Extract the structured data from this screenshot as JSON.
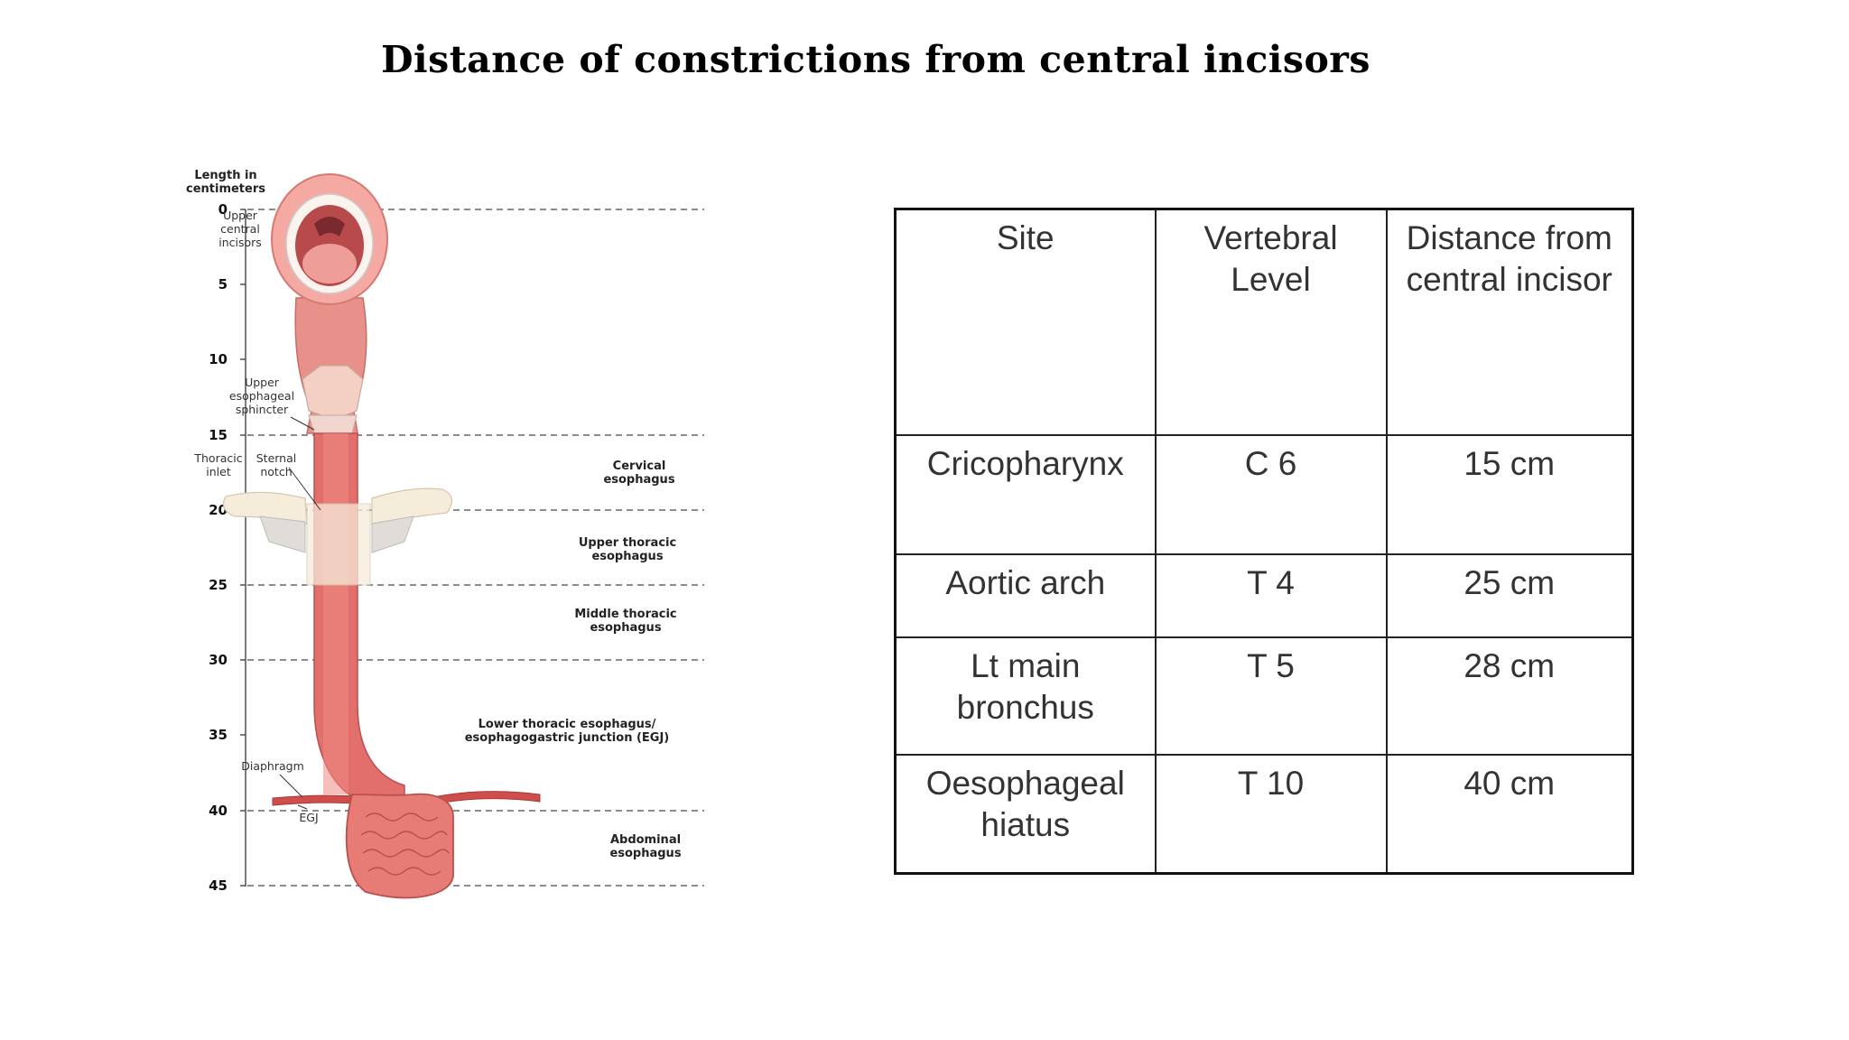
{
  "title": "Distance of constrictions from central incisors",
  "diagram": {
    "axis_title_line1": "Length in",
    "axis_title_line2": "centimeters",
    "ticks": [
      "0",
      "5",
      "10",
      "15",
      "20",
      "25",
      "30",
      "35",
      "40",
      "45"
    ],
    "anatomy_labels": {
      "upper_central_incisors": [
        "Upper",
        "central",
        "incisors"
      ],
      "upper_esophageal_sphincter": [
        "Upper",
        "esophageal",
        "sphincter"
      ],
      "thoracic_inlet": [
        "Thoracic",
        "inlet"
      ],
      "sternal_notch": [
        "Sternal",
        "notch"
      ],
      "diaphragm": "Diaphragm",
      "egj": "EGJ"
    },
    "segment_labels": {
      "cervical": [
        "Cervical",
        "esophagus"
      ],
      "upper_thoracic": [
        "Upper thoracic",
        "esophagus"
      ],
      "middle_thoracic": [
        "Middle thoracic",
        "esophagus"
      ],
      "lower_thoracic": [
        "Lower thoracic esophagus/",
        "esophagogastric junction (EGJ)"
      ],
      "abdominal": [
        "Abdominal",
        "esophagus"
      ]
    }
  },
  "table": {
    "headers": {
      "site": "Site",
      "vertebral_line1": "Vertebral",
      "vertebral_line2": "Level",
      "distance_line1": "Distance from",
      "distance_line2": "central incisor"
    },
    "rows": [
      {
        "site_line1": "Cricopharynx",
        "site_line2": "",
        "level": "C 6",
        "distance": "15 cm"
      },
      {
        "site_line1": "Aortic arch",
        "site_line2": "",
        "level": "T 4",
        "distance": "25 cm"
      },
      {
        "site_line1": "Lt main",
        "site_line2": "bronchus",
        "level": "T 5",
        "distance": "28 cm"
      },
      {
        "site_line1": "Oesophageal",
        "site_line2": "hiatus",
        "level": "T 10",
        "distance": "40 cm"
      }
    ]
  }
}
